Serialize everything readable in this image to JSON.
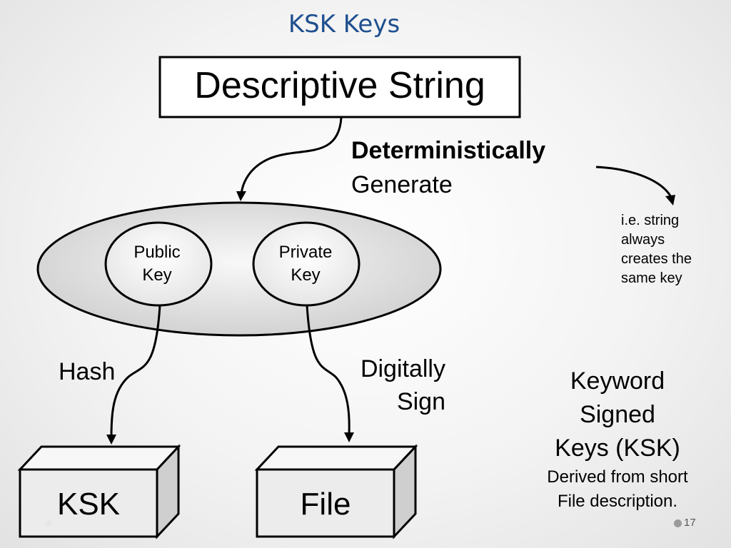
{
  "title": "KSK Keys",
  "descriptive_box": {
    "label": "Descriptive String"
  },
  "generate_note": {
    "bold": "Deterministically",
    "text": "Generate"
  },
  "side_note": {
    "lines": [
      "i.e. string",
      "always",
      "creates the",
      "same key"
    ]
  },
  "keys": {
    "public": {
      "line1": "Public",
      "line2": "Key"
    },
    "private": {
      "line1": "Private",
      "line2": "Key"
    }
  },
  "hash_label": "Hash",
  "sign_label": {
    "line1": "Digitally",
    "line2": "Sign"
  },
  "outputs": {
    "ksk": "KSK",
    "file": "File"
  },
  "ksk_definition": {
    "title_lines": [
      "Keyword",
      "Signed",
      "Keys (KSK)"
    ],
    "description_lines": [
      "Derived from short",
      "File description."
    ]
  },
  "page_number": "17",
  "colors": {
    "title": "#1f4f8f",
    "ellipse_fill": "#d9d9d9",
    "cube_front": "#ececec",
    "cube_side": "#cfcfcf"
  }
}
